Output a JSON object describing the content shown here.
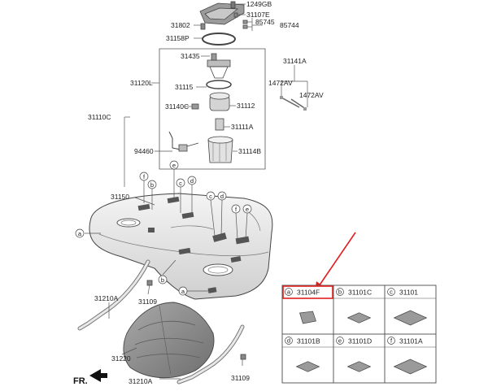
{
  "labels": {
    "p1249GB": "1249GB",
    "p31107E": "31107E",
    "p31802": "31802",
    "p85745": "85745",
    "p85744": "85744",
    "p31158P": "31158P",
    "p31435": "31435",
    "p31141A": "31141A",
    "p31120L": "31120L",
    "p31115": "31115",
    "p1472AV_a": "1472AV",
    "p1472AV_b": "1472AV",
    "p31110C": "31110C",
    "p31140C": "31140C",
    "p31112": "31112",
    "p31111A": "31111A",
    "p94460": "94460",
    "p31114B": "31114B",
    "p31150": "31150",
    "p31210A_a": "31210A",
    "p31109_a": "31109",
    "p31220": "31220",
    "p31210A_b": "31210A",
    "p31109_b": "31109",
    "fr": "FR."
  },
  "callouts": [
    "a",
    "b",
    "c",
    "d",
    "e",
    "f"
  ],
  "legend": {
    "cells": [
      {
        "letter": "a",
        "part": "31104F",
        "highlight": true
      },
      {
        "letter": "b",
        "part": "31101C",
        "highlight": false
      },
      {
        "letter": "c",
        "part": "31101",
        "highlight": false
      },
      {
        "letter": "d",
        "part": "31101B",
        "highlight": false
      },
      {
        "letter": "e",
        "part": "31101D",
        "highlight": false
      },
      {
        "letter": "f",
        "part": "31101A",
        "highlight": false
      }
    ]
  },
  "colors": {
    "highlight": "#e02020",
    "line": "#555555",
    "part_fill": "#d8d8d8",
    "heat_shield": "#8a8a8a"
  }
}
